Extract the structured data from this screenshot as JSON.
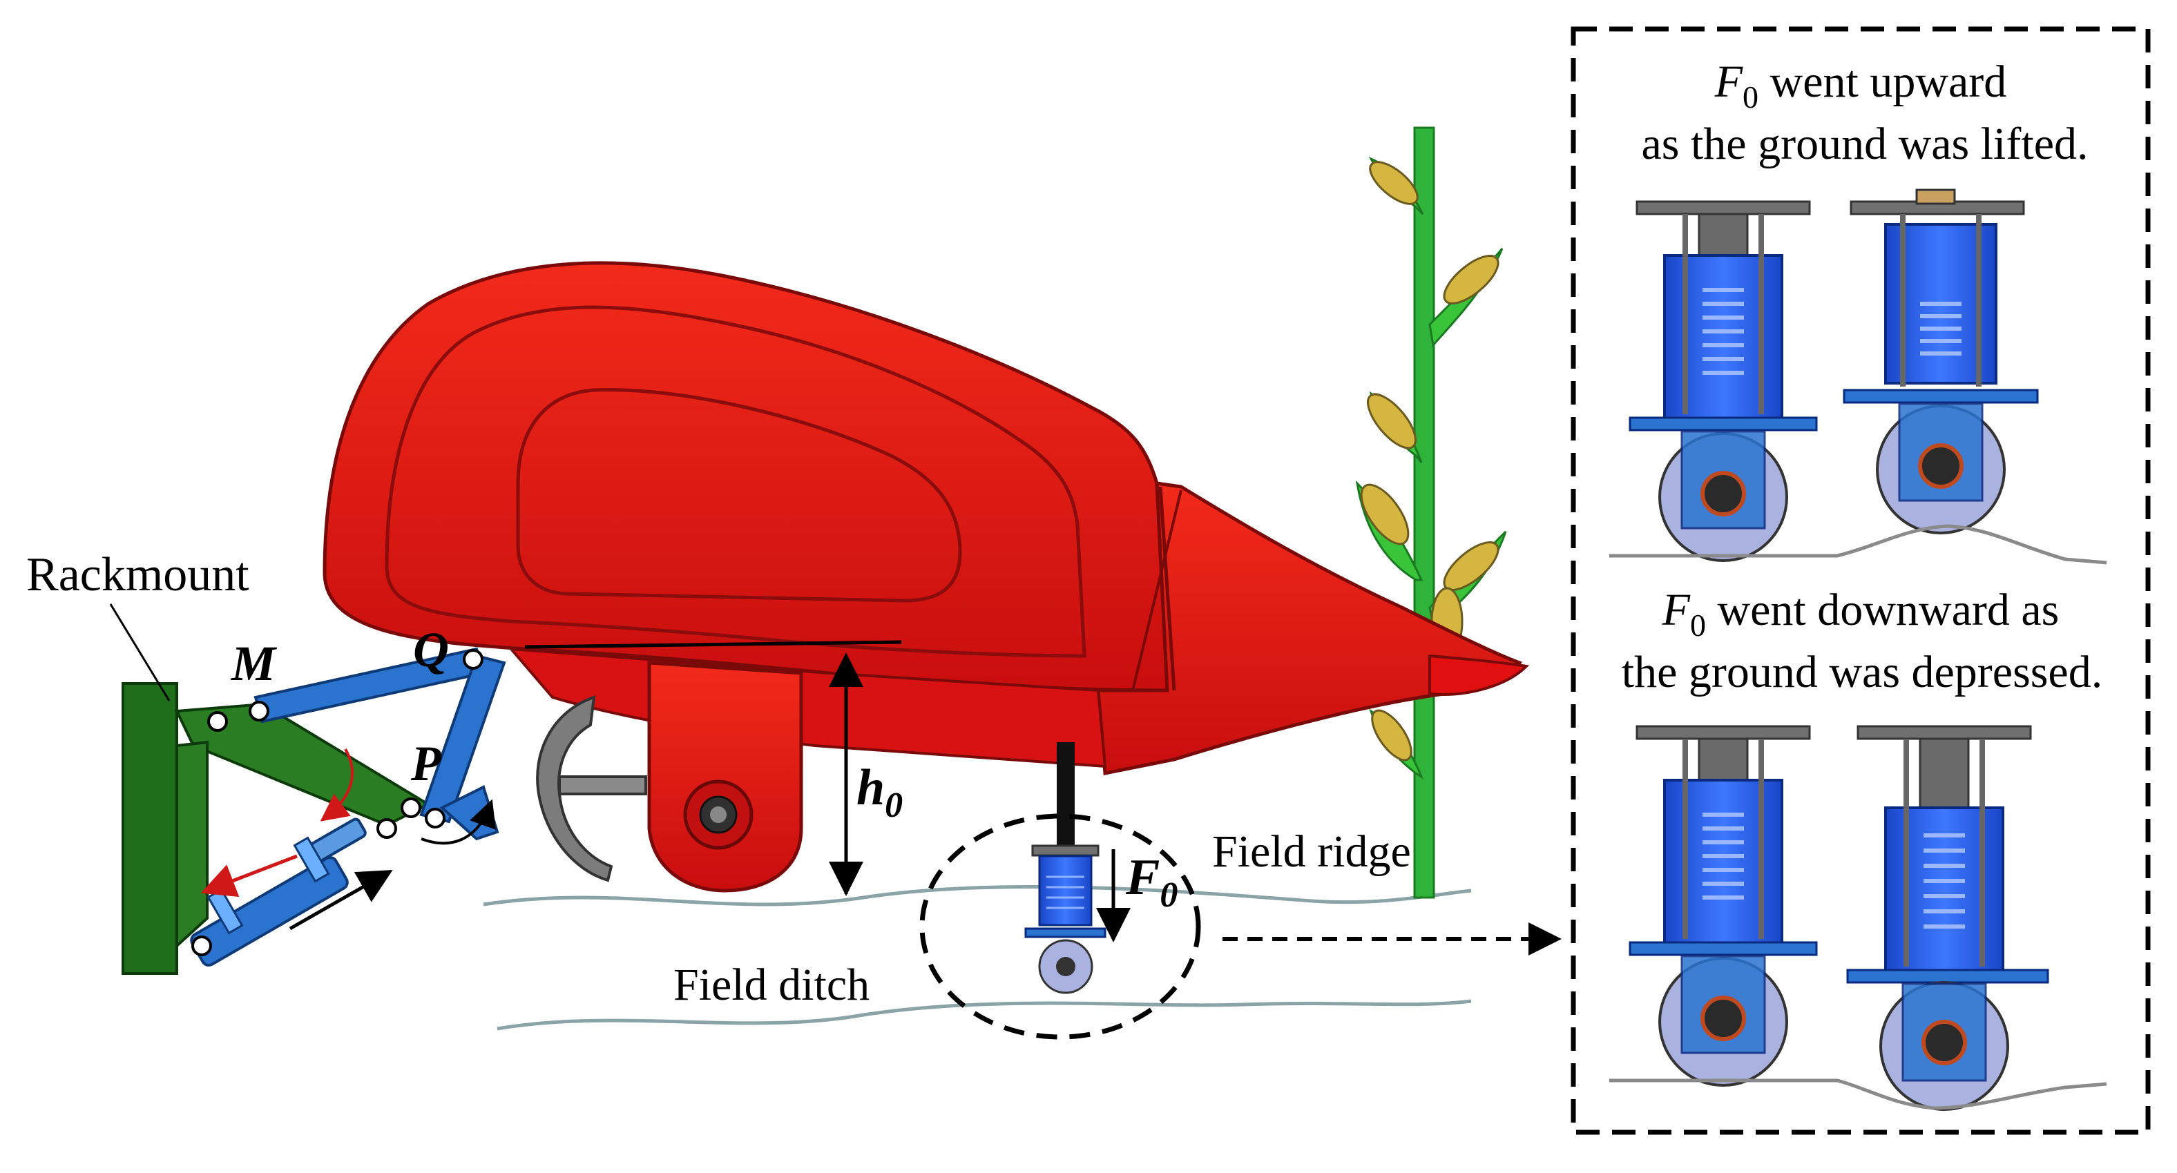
{
  "labels": {
    "rackmount": "Rackmount",
    "point_M": "M",
    "point_Q": "Q",
    "point_P": "P",
    "h0_main": "h",
    "h0_sub": "0",
    "f0_main": "F",
    "f0_sub": "0",
    "field_ridge": "Field ridge",
    "field_ditch": "Field ditch"
  },
  "inset": {
    "upward_sym": "F",
    "upward_sub": "0",
    "upward_line1": " went upward",
    "upward_line2": "as the ground was lifted.",
    "downward_sym": "F",
    "downward_sub": "0",
    "downward_line1": " went downward as",
    "downward_line2": "the ground was depressed."
  },
  "colors": {
    "header_red": "#e01010",
    "linkage_blue": "#2a74d0",
    "frame_green": "#1f6e1a",
    "stalk_green": "#2fb33a",
    "ground_line": "#8aa3a6",
    "arrow_red": "#d01818",
    "sensor_blue": "#1f4fd0",
    "plate_gray": "#707070"
  }
}
